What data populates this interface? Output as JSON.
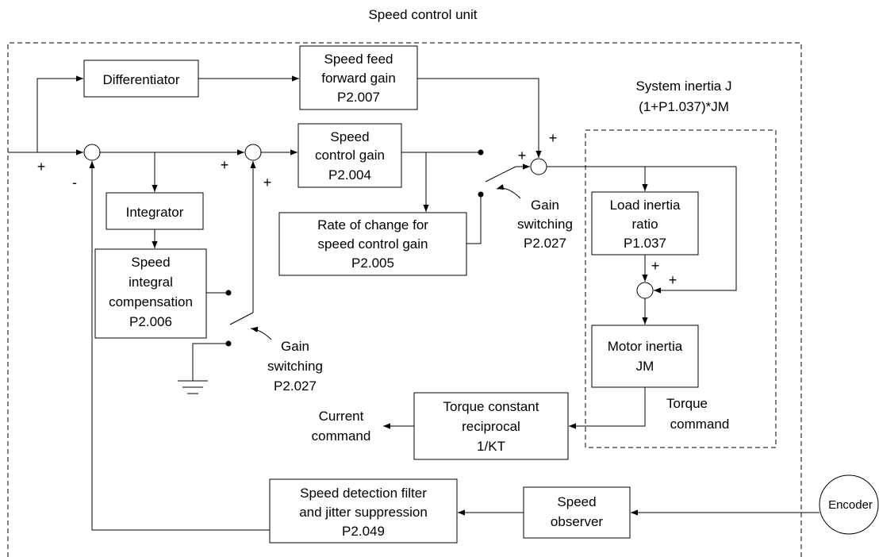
{
  "title": "Speed control unit",
  "system_inertia": {
    "line1": "System inertia J",
    "line2": "(1+P1.037)*JM"
  },
  "blocks": {
    "differentiator": [
      "Differentiator"
    ],
    "feedforward": [
      "Speed feed",
      "forward gain",
      "P2.007"
    ],
    "speed_gain": [
      "Speed",
      "control gain",
      "P2.004"
    ],
    "rate_change": [
      "Rate of change for",
      "speed control gain",
      "P2.005"
    ],
    "integrator": [
      "Integrator"
    ],
    "integral_comp": [
      "Speed",
      "integral",
      "compensation",
      "P2.006"
    ],
    "load_inertia": [
      "Load inertia",
      "ratio",
      "P1.037"
    ],
    "motor_inertia": [
      "Motor inertia",
      "JM"
    ],
    "torque_constant": [
      "Torque constant",
      "reciprocal",
      "1/KT"
    ],
    "detection_filter": [
      "Speed detection filter",
      "and jitter suppression",
      "P2.049"
    ],
    "observer": [
      "Speed",
      "observer"
    ]
  },
  "labels": {
    "gain_switch_upper": [
      "Gain",
      "switching",
      "P2.027"
    ],
    "gain_switch_lower": [
      "Gain",
      "switching",
      "P2.027"
    ],
    "current_command": [
      "Current",
      "command"
    ],
    "torque_command": [
      "Torque",
      "command"
    ],
    "encoder": "Encoder"
  },
  "signs": {
    "plus": "+",
    "minus": "-"
  }
}
